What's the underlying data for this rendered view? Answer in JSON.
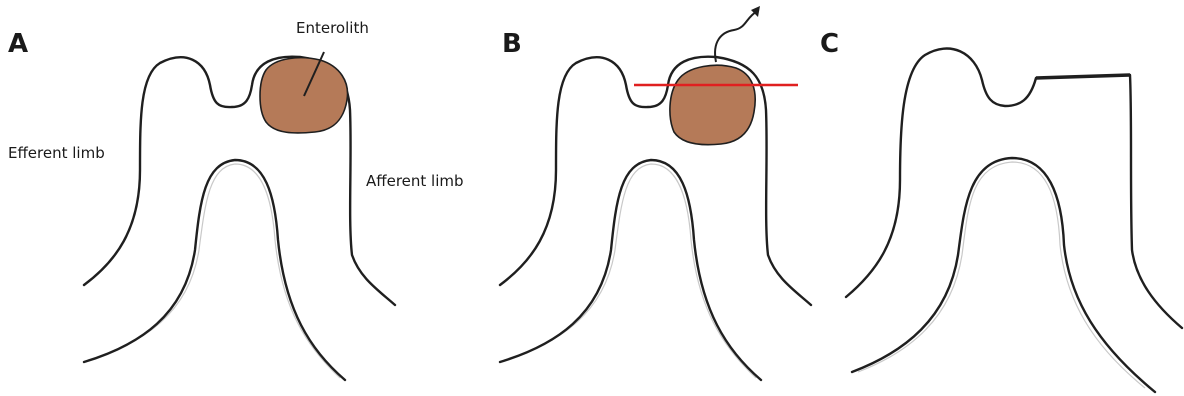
{
  "panels": [
    {
      "letter": "A"
    },
    {
      "letter": "B"
    },
    {
      "letter": "C"
    }
  ],
  "labels": {
    "enterolith": "Enterolith",
    "efferent_limb": "Efferent limb",
    "afferent_limb": "Afferent limb"
  },
  "colors": {
    "enterolith": "#b57a58",
    "cut_line": "#e02020",
    "outline": "#1f1f1f"
  }
}
